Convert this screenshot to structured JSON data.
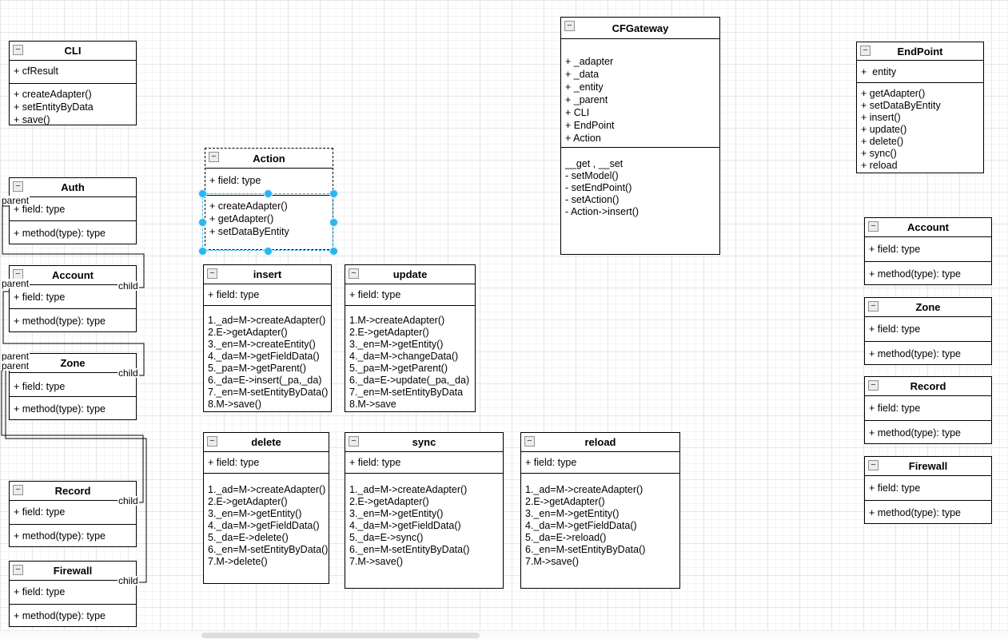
{
  "icons": {
    "collapse_glyph": "−"
  },
  "classes": {
    "cli": {
      "title": "CLI",
      "fields": [
        "+ cfResult"
      ],
      "methods": [
        "+ createAdapter()",
        "+ setEntityByData",
        "+ save()"
      ]
    },
    "auth": {
      "title": "Auth",
      "fields": [
        "+ field: type"
      ],
      "methods": [
        "+ method(type): type"
      ]
    },
    "account_left": {
      "title": "Account",
      "fields": [
        "+ field: type"
      ],
      "methods": [
        "+ method(type): type"
      ]
    },
    "zone_left": {
      "title": "Zone",
      "fields": [
        "+ field: type"
      ],
      "methods": [
        "+ method(type): type"
      ]
    },
    "record_left": {
      "title": "Record",
      "fields": [
        "+ field: type"
      ],
      "methods": [
        "+ method(type): type"
      ]
    },
    "firewall_left": {
      "title": "Firewall",
      "fields": [
        "+ field: type"
      ],
      "methods": [
        "+ method(type): type"
      ]
    },
    "action": {
      "title": "Action",
      "fields": [
        "+ field: type"
      ],
      "methods": [
        "+ createAdapter()",
        "+ getAdapter()",
        "+ setDataByEntity"
      ]
    },
    "insert": {
      "title": "insert",
      "fields": [
        "+ field: type"
      ],
      "methods": [
        "1._ad=M->createAdapter()",
        "2.E->getAdapter()",
        "3._en=M->createEntity()",
        "4._da=M->getFieldData()",
        "5._pa=M->getParent()",
        "6._da=E->insert(_pa,_da)",
        "7._en=M-setEntityByData()",
        "8.M->save()"
      ]
    },
    "update": {
      "title": "update",
      "fields": [
        "+ field: type"
      ],
      "methods": [
        "1.M->createAdapter()",
        "2.E->getAdapter()",
        "3._en=M->getEntity()",
        "4._da=M->changeData()",
        "5._pa=M->getParent()",
        "6._da=E->update(_pa,_da)",
        "7._en=M-setEntityByData",
        "8.M->save"
      ]
    },
    "delete": {
      "title": "delete",
      "fields": [
        "+ field: type"
      ],
      "methods": [
        "1._ad=M->createAdapter()",
        "2.E->getAdapter()",
        "3._en=M->getEntity()",
        "4._da=M->getFieldData()",
        "5._da=E->delete()",
        "6._en=M-setEntityByData()",
        "7.M->delete()"
      ]
    },
    "sync": {
      "title": "sync",
      "fields": [
        "+ field: type"
      ],
      "methods": [
        "1._ad=M->createAdapter()",
        "2.E->getAdapter()",
        "3._en=M->getEntity()",
        "4._da=M->getFieldData()",
        "5._da=E->sync()",
        "6._en=M-setEntityByData()",
        "7.M->save()"
      ]
    },
    "reload": {
      "title": "reload",
      "fields": [
        "+ field: type"
      ],
      "methods": [
        "1._ad=M->createAdapter()",
        "2.E->getAdapter()",
        "3._en=M->getEntity()",
        "4._da=M->getFieldData()",
        "5._da=E->reload()",
        "6._en=M-setEntityByData()",
        "7.M->save()"
      ]
    },
    "cfgateway": {
      "title": "CFGateway",
      "fields": [
        "+ _adapter",
        "+ _data",
        "+ _entity",
        "+ _parent",
        "+ CLI",
        "+ EndPoint",
        "+ Action"
      ],
      "methods": [
        "__get , __set",
        "- setModel()",
        "- setEndPoint()",
        "- setAction()",
        "- Action->insert()"
      ]
    },
    "endpoint": {
      "title": "EndPoint",
      "fields": [
        "+  entity"
      ],
      "methods": [
        "+ getAdapter()",
        "+ setDataByEntity",
        "+ insert()",
        "+ update()",
        "+ delete()",
        "+ sync()",
        "+ reload"
      ]
    },
    "account_right": {
      "title": "Account",
      "fields": [
        "+ field: type"
      ],
      "methods": [
        "+ method(type): type"
      ]
    },
    "zone_right": {
      "title": "Zone",
      "fields": [
        "+ field: type"
      ],
      "methods": [
        "+ method(type): type"
      ]
    },
    "record_right": {
      "title": "Record",
      "fields": [
        "+ field: type"
      ],
      "methods": [
        "+ method(type): type"
      ]
    },
    "firewall_right": {
      "title": "Firewall",
      "fields": [
        "+ field: type"
      ],
      "methods": [
        "+ method(type): type"
      ]
    }
  },
  "edges": [
    {
      "source": "Account",
      "source_label": "child",
      "target": "Auth",
      "target_label": "parent"
    },
    {
      "source": "Zone",
      "source_label": "child",
      "target": "Account",
      "target_label": "parent"
    },
    {
      "source": "Record",
      "source_label": "child",
      "target": "Zone",
      "target_label": "parent"
    },
    {
      "source": "Firewall",
      "source_label": "child",
      "target": "Zone",
      "target_label": "parent"
    }
  ],
  "selection": {
    "selected_class": "Action",
    "accent_color": "#29b6f2"
  }
}
